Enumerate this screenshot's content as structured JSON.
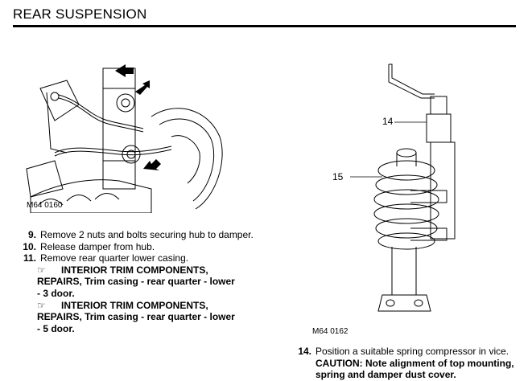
{
  "header": {
    "title": "REAR SUSPENSION"
  },
  "figures": {
    "left_caption": "M64 0160",
    "right_caption": "M64 0162",
    "callout_14": "14",
    "callout_15": "15"
  },
  "steps": [
    {
      "number": "9.",
      "text": "Remove 2 nuts and bolts securing hub to damper."
    },
    {
      "number": "10.",
      "text": "Release damper from hub."
    },
    {
      "number": "11.",
      "text": "Remove rear quarter lower casing."
    }
  ],
  "references": [
    {
      "line1": "INTERIOR TRIM COMPONENTS,",
      "line2": "REPAIRS, Trim casing - rear quarter - lower",
      "line3": "- 3 door."
    },
    {
      "line1": "INTERIOR TRIM COMPONENTS,",
      "line2": "REPAIRS, Trim casing - rear quarter - lower",
      "line3": "- 5 door."
    }
  ],
  "step14": {
    "number": "14.",
    "text": "Position a suitable spring compressor in vice.",
    "caution": "CAUTION: Note alignment of top mounting,",
    "caution2": "spring and damper dust cover."
  }
}
